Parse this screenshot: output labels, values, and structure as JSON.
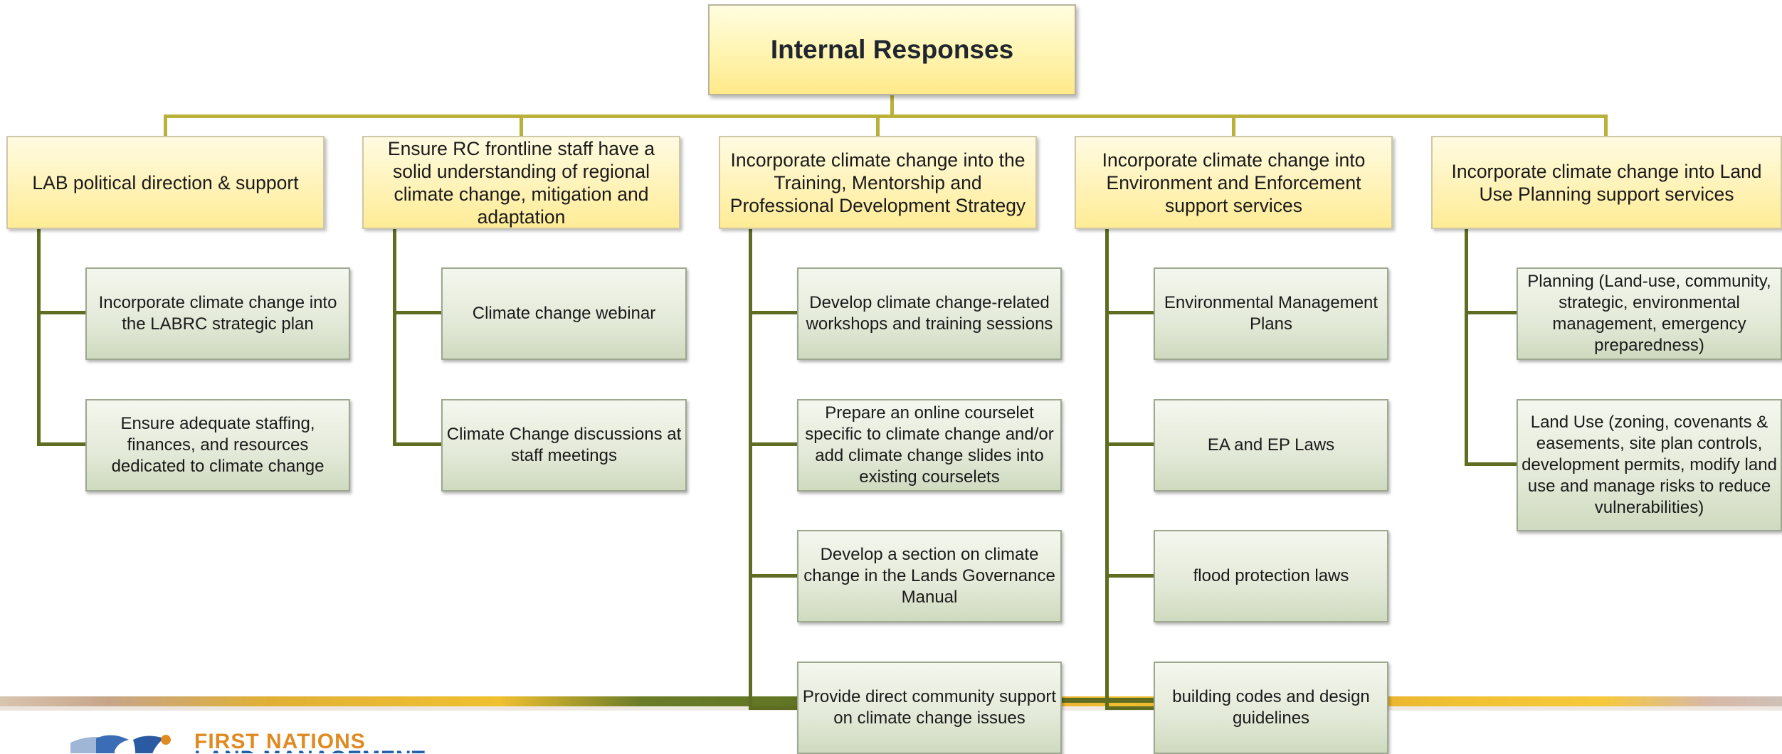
{
  "root": "Internal Responses",
  "branches": [
    {
      "label": "LAB political direction & support",
      "items": [
        "Incorporate climate change into the LABRC strategic plan",
        "Ensure adequate staffing, finances, and resources dedicated to climate change"
      ]
    },
    {
      "label": "Ensure RC frontline staff have a solid understanding of regional climate change, mitigation and adaptation",
      "items": [
        "Climate change webinar",
        "Climate Change discussions at staff meetings"
      ]
    },
    {
      "label": "Incorporate climate change into the Training, Mentorship and Professional Development Strategy",
      "items": [
        "Develop climate change-related workshops and training sessions",
        "Prepare an online courselet specific to climate change and/or add climate change slides into existing courselets",
        "Develop a section on climate change in the Lands Governance Manual",
        "Provide direct community support on climate change issues"
      ]
    },
    {
      "label": "Incorporate climate change into Environment and Enforcement support services",
      "items": [
        "Environmental Management Plans",
        "EA and EP Laws",
        "flood protection laws",
        "building codes and design guidelines"
      ]
    },
    {
      "label": "Incorporate climate change into Land Use Planning support services",
      "items": [
        "Planning (Land-use, community, strategic, environmental management, emergency preparedness)",
        "Land Use (zoning, covenants & easements, site plan controls, development permits, modify land use and manage risks to reduce vulnerabilities)"
      ]
    }
  ],
  "footer": {
    "logo_line1": "FIRST NATIONS",
    "logo_line2": "LAND MANAGEMENT",
    "colors": {
      "orange": "#e08a22",
      "blue": "#1f5fa8"
    }
  }
}
